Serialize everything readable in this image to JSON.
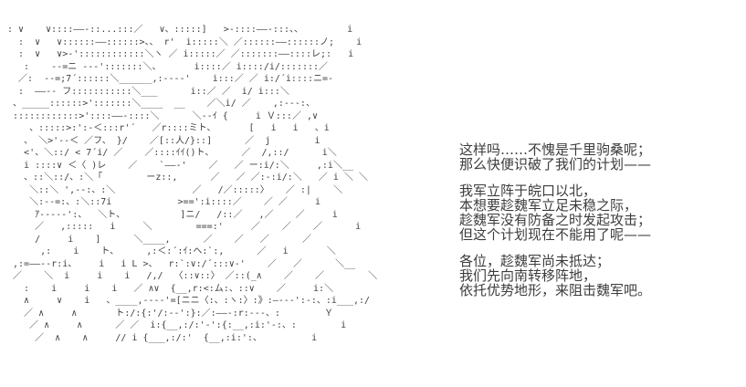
{
  "scene": {
    "kind": "ascii-art dialogue scene",
    "background_color": "#ffffff",
    "text_color": "#3c3c3c"
  },
  "ascii_art": {
    "subject": "aa-character-portrait",
    "lines": [
      ": ∨    ∨::::――-::...:::／   ∨、:::::]   >-::::――-:::、、        i",
      "  :  ∨   ∨::::::――::::::>、、 r'  i:::::＼ ／::::::――::::::ノ;    i",
      "  :  ∨   ∨>-'::::::::::::＼ヽ ／ i:::::／ ／:::::::――::::レ;:   i",
      "   :    --=ニ --‐':::::::＼、      i::::／ i::::/i/:::::::／",
      "  ／:  ‐-=;7´::::::＼______,:----'    i:::／ ／ i:/´i::::ニ=-",
      "  :  ――-- フ:::::::::::＼___      i::／ ／  i/ i:::＼",
      " 、_____::::::>':::::::＼____  __    ／＼i/ ／    ,:‐--:、",
      " ::::::::::::>'::::――-::::＼      ＼--ｲ {     i Ｖ:::／ ,∨",
      "    、:::::>:':-＜:::r'´   ／r::::ミト、      [   i   i   、i",
      "   、 ＼>'‐-＜ ／フ、 }/    ／[::人/}::]      ／  j        i",
      "   <'、＼::/ < 7´i/ ／    ／::::ｲｲ()ト、     ／  /,::/      i＼",
      "   i ::::∨ ＜〈 )レ    ／    `――-'    ／   ／ ー:i/:＼     ,:i＼__",
      "   、::＼::/、:＼「        ーz::,      ／   ／ ／:‐:i/:＼   ／ i ＼ ＼",
      "    ＼::＼ ',‐-:、:＼              ／   /／:::::〉   ／ :|    ＼",
      "    ＼:‐-=:、:＼::7i            >==':i::::／    ／ ／     i",
      "     ｱ‐----':、  ＼ト、          ]ニ/   /::／   ,／    ／     i",
      "     ／   ,:::::   i     ＼        ===:'     ／    ／    ／      i",
      "     /     i    ]      ＼____,      ／    ／   ／      ／",
      "      ,:    i    ト、     ,:＜:´:ｲ:ヘ:`:,      ／   i       ＼",
      " ,:=――--r:i、    i   i L >、  r:`:∨:/´:::∨-'    ／   ／      ＼__",
      " ／    ＼  i     i    i   /,/  〈::∨::〉 ／::(_∧    ／    ／        ＼",
      "   :    i     i    i   ／ ∧∨  {__,r:<:ム:、::∨    ／     i:＼",
      "   ∧     ∨    i   、____,----'=[ニニ〈:、:ヽ:〉:》:―---':‐:、:i___,:/",
      "   ／ ∧     ∧       ト:/:{:'/:--':}:／:――-:r:‐--、:        Ｙ",
      "    ／ ∧     ∧      ／ ／  i:{__,:/:'-':{:__,:i:'-:、:        i",
      "     ／  ∧    ∧     // i {___,:/:'  {__,:i:':、         i"
    ]
  },
  "dialogue": {
    "paragraphs": [
      {
        "lines": [
          "这样吗……不愧是千里驹桑呢；",
          "那么快便识破了我们的计划——"
        ]
      },
      {
        "lines": [
          "我军立阵于皖口以北，",
          "本想要趁魏军立足未稳之际，",
          "趁魏军没有防备之时发起攻击；",
          "但这个计划现在不能用了呢——"
        ]
      },
      {
        "lines": [
          "各位，趁魏军尚未抵达；",
          "我们先向南转移阵地，",
          "依托优势地形，来阻击魏军吧。"
        ]
      }
    ]
  }
}
